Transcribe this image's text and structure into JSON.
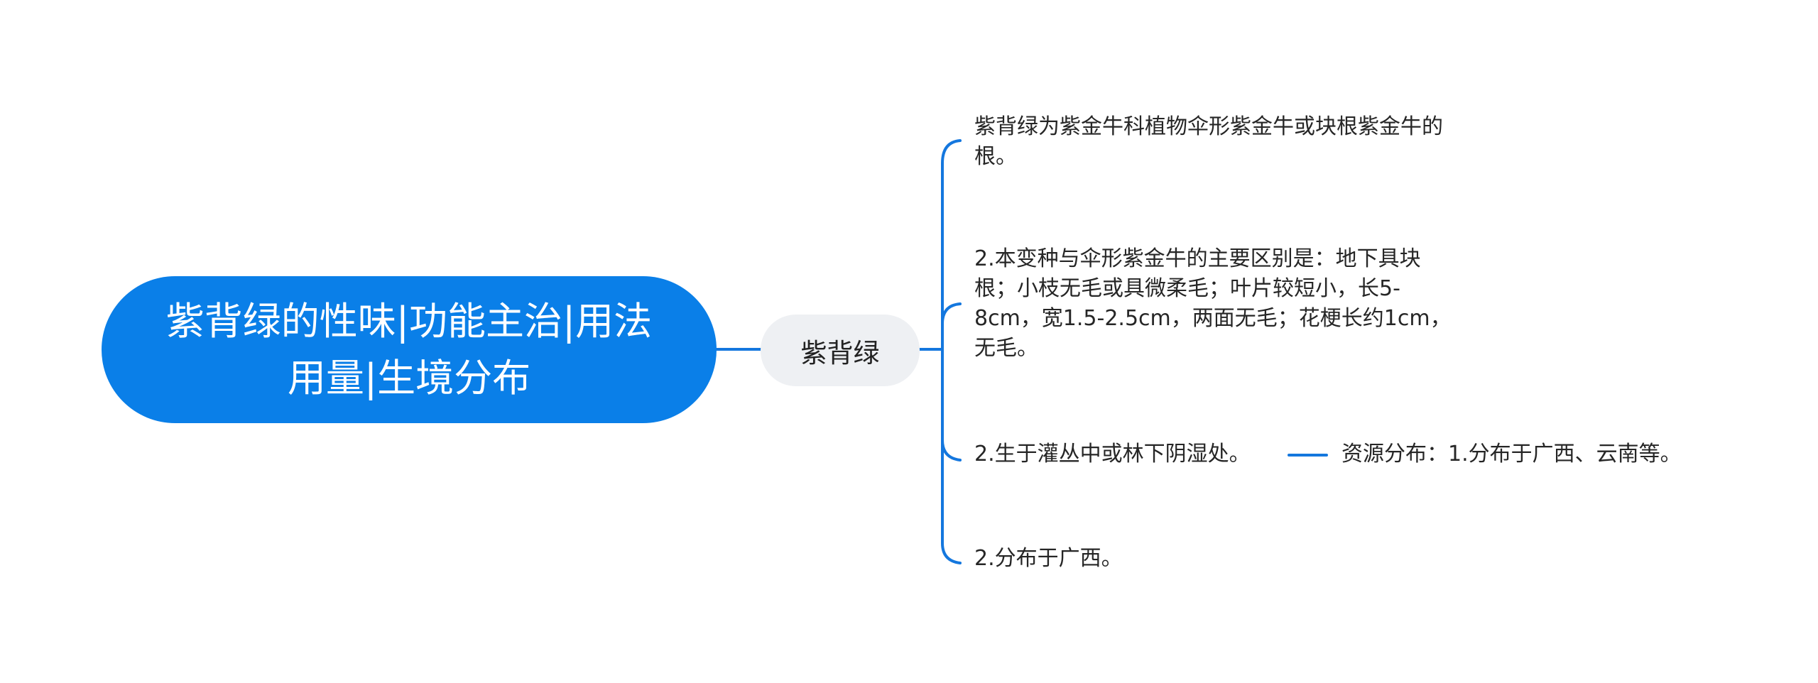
{
  "colors": {
    "root_fill": "#0a7fe8",
    "main_fill": "#eef0f3",
    "connector": "#1477de"
  },
  "mindmap": {
    "root": {
      "text": "紫背绿的性味|功能主治|用法用量|生境分布"
    },
    "main": {
      "text": "紫背绿"
    },
    "leaves": [
      {
        "text": "紫背绿为紫金牛科植物伞形紫金牛或块根紫金牛的根。"
      },
      {
        "text": "2.本变种与伞形紫金牛的主要区别是：地下具块根；小枝无毛或具微柔毛；叶片较短小，长5-8cm，宽1.5-2.5cm，两面无毛；花梗长约1cm，无毛。"
      },
      {
        "text": "2.生于灌丛中或林下阴湿处。"
      },
      {
        "text": "2.分布于广西。"
      }
    ],
    "subleaf": {
      "text": "资源分布：1.分布于广西、云南等。"
    }
  }
}
